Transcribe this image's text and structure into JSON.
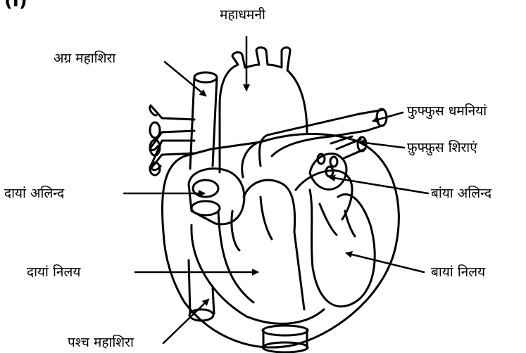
{
  "part_marker": "(i)",
  "labels": {
    "aorta": "महाधमनी",
    "superior_vena_cava": "अग्र महाशिरा",
    "pulmonary_arteries": "फुफ्फुस धमनियां",
    "pulmonary_veins": "फ़ुफ्फ़ुस शिराएं",
    "right_atrium": "दायां अलिन्द",
    "left_atrium": "बांया अलिन्द",
    "right_ventricle": "दायां निलय",
    "left_ventricle": "बायां निलय",
    "inferior_vena_cava": "पश्च महाशिरा"
  }
}
